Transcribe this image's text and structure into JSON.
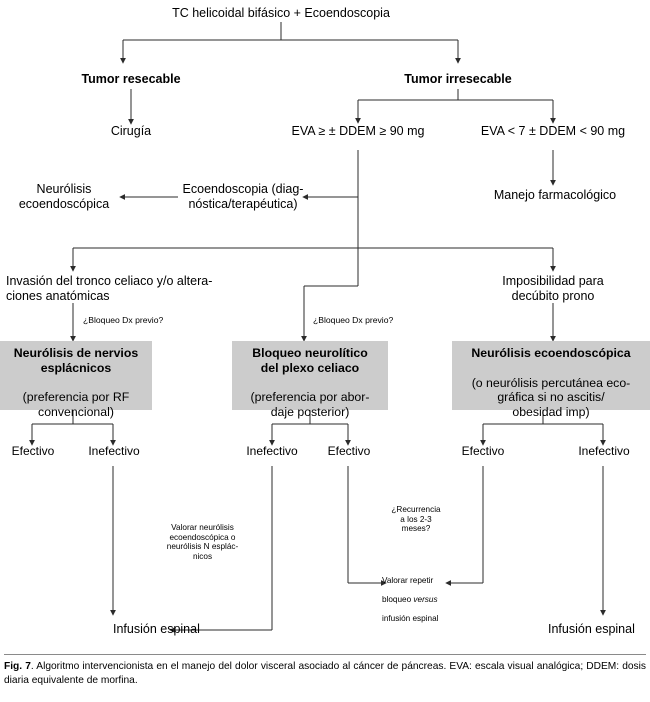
{
  "figure": {
    "number": "Fig. 7",
    "caption": ". Algoritmo intervencionista en el manejo del dolor visceral asociado al cáncer de páncreas. EVA: escala visual analógica; DDEM: dosis diaria equivalente de morfina."
  },
  "colors": {
    "box_fill": "#cccccc",
    "line": "#2b2b2b",
    "text": "#000000",
    "rule": "#8a8a8a"
  },
  "nodes": {
    "root": "TC helicoidal bifásico + Ecoendoscopia",
    "resecable": "Tumor resecable",
    "irresecable": "Tumor irresecable",
    "cirugia": "Cirugía",
    "eva_high": "EVA ≥ ± DDEM ≥ 90 mg",
    "eva_low": "EVA < 7 ± DDEM < 90 mg",
    "ecoendoscopia": "Ecoendoscopia (diag-\nnóstica/terapéutica)",
    "neurolisis_eco": "Neurólisis\necoendoscópica",
    "manejo_farma": "Manejo farmacológico",
    "invasion": "Invasión del tronco celiaco y/o altera-\nciones anatómicas",
    "imposibilidad": "Imposibilidad para\ndecúbito prono",
    "bloqueo_dx_left": "¿Bloqueo Dx previo?",
    "bloqueo_dx_mid": "¿Bloqueo Dx previo?",
    "recurrencia": "¿Recurrencia\na los 2-3\nmeses?",
    "valorar_neurolisis": "Valorar neurólisis\necoendoscópica o\nneurólisis N esplác-\nnicos",
    "valorar_repetir_1": "Valorar repetir",
    "valorar_repetir_2": "bloqueo ",
    "valorar_repetir_2_ital": "versus",
    "valorar_repetir_3": "infusión espinal",
    "infusion_left": "Infusión espinal",
    "infusion_right": "Infusión espinal"
  },
  "boxes": [
    {
      "id": "box-neurolisis-esplacnicos",
      "head": "Neurólisis de nervios\nesplácnicos",
      "detail": "(preferencia por RF\nconvencional)"
    },
    {
      "id": "box-bloqueo-plexo-celiaco",
      "head": "Bloqueo neurolítico\ndel plexo celiaco",
      "detail": "(preferencia por abor-\ndaje posterior)"
    },
    {
      "id": "box-neurolisis-ecoendoscopica",
      "head": "Neurólisis ecoendoscópica",
      "detail": "(o neurólisis percutánea eco-\ngráfica si no ascitis/\nobesidad imp)"
    }
  ],
  "outcomes": {
    "box1_left": "Efectivo",
    "box1_right": "Inefectivo",
    "box2_left": "Inefectivo",
    "box2_right": "Efectivo",
    "box3_left": "Efectivo",
    "box3_right": "Inefectivo"
  }
}
